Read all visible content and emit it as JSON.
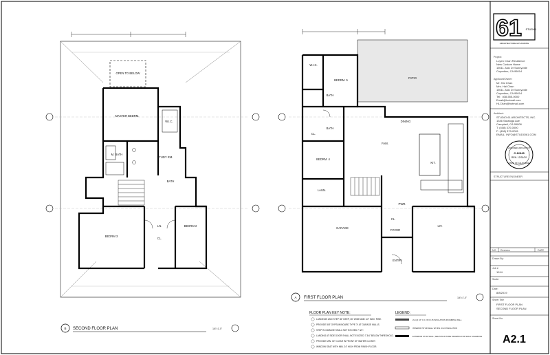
{
  "titleblock": {
    "logo_number": "61",
    "logo_caption": "STUDIO",
    "logo_sub": "ARCHITECTURE & PLANNING",
    "project_label": "Project:",
    "project_lines": [
      "Luyen Chan Residence",
      "New Custom Home",
      "15011 Zalo Dr Sunnyvale",
      "Cupertino, CA 95014"
    ],
    "applicant_label": "Applicant/Owner:",
    "applicant_lines": [
      "Mr. Hai Chan",
      "Mrs. Hai Chan",
      "15011 Zalo Dr Sunnyvale",
      "Cupertino, CA 95014",
      "Tel : 408-555-0000",
      "Email@hotmail.com",
      "HLChan@hotmail.com"
    ],
    "architect_label": "Architect:",
    "architect_lines": [
      "STUDIO 61 ARCHITECTS, INC.",
      "1346 Saratoga Ave",
      "Campbell, CA 95008",
      "T: (408) 370-0000",
      "F: (408) 370-0001",
      "EMAIL: INFO@STUDIO61.COM"
    ],
    "seal_text": [
      "LICENSED ARCHITECT",
      "C-12345",
      "REN. 12/31/20",
      "STATE OF CALIFORNIA"
    ],
    "structure_engineer": "STRUCTURE ENGINEER",
    "rev_headers": [
      "NO.",
      "Revision",
      "DATE"
    ],
    "fields": [
      {
        "label": "Drawn By:",
        "value": ""
      },
      {
        "label": "Job #",
        "value": "1914"
      },
      {
        "label": "Scale:",
        "value": ""
      },
      {
        "label": "Date:",
        "value": "8/8/2019"
      }
    ],
    "sheet_title_label": "Sheet Title",
    "sheet_title_lines": [
      "FIRST FLOOR PLAN",
      "SECOND FLOOR PLAN"
    ],
    "sheet_no_label": "Sheet No.",
    "sheet_no": "A2.1"
  },
  "plans": {
    "second": {
      "bubble": "B",
      "title": "SECOND FLOOR PLAN",
      "scale": "1/4\"=1'-0\"",
      "rooms": [
        "MASTER BEDRM.",
        "W.I.C.",
        "M. BATH",
        "STUDY RM.",
        "BATH",
        "BEDRM 2",
        "BEDRM 3",
        "LN.",
        "CL.",
        "OPEN TO BELOW"
      ]
    },
    "first": {
      "bubble": "A",
      "title": "FIRST FLOOR PLAN",
      "scale": "1/4\"=1'-0\"",
      "rooms": [
        "W.I.C.",
        "BEDRM. 5",
        "PATIO",
        "BATH",
        "BATH",
        "CL.",
        "DINING",
        "FAM.",
        "KIT.",
        "BEDRM. 4",
        "LAUN.",
        "GARAGE",
        "CL.",
        "FOYER",
        "LIV.",
        "ENTRY",
        "PWR."
      ]
    }
  },
  "keynote": {
    "title": "FLOOR PLAN KEY NOTE:",
    "items": [
      "LANDINGS AND STEP 36\" DEEP, 36\" WIDE AND 1/2\" MAX. RISE.",
      "PROVIDE 5/8\" GYPSUM BOARD TYPE 'X' AT GARAGE WALLS.",
      "STEP IN GARAGE SHALL NOT EXCEED 7 3/4\".",
      "LANDING AT SIDE DOOR SHALL NOT EXCEED 7 3/4\" BELOW THRESHOLD.",
      "PROVIDE MIN. 30\" CLEAR IN FRONT OF WATER CLOSET.",
      "WINDOW SEAT WITH MIN. 24\" HIGH FROM FINISH FLOOR."
    ]
  },
  "legend": {
    "title": "LEGEND:",
    "items": [
      "2x4 @ 16\" O.C. W/ R-15 INSULATION PLUMBING WALL",
      "INTERIOR STUD WALL W/ MIN. R-13 INSULATION",
      "EXTERIOR STUD WALL, SEE STRUCTURE DRAWING FOR WALL SCHEDULE"
    ]
  }
}
